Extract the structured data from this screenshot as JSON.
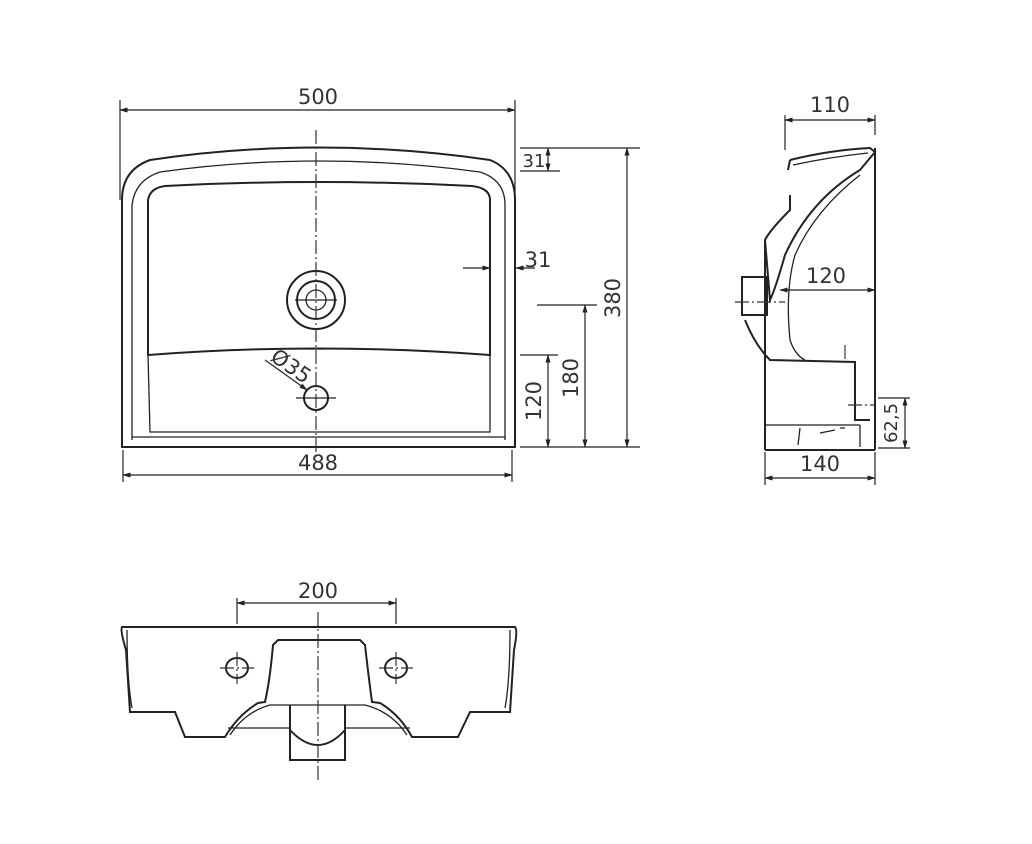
{
  "drawing": {
    "top_view": {
      "width_label": "500",
      "bottom_width_label": "488",
      "rim_top_label": "31",
      "rim_side_label": "31",
      "depth_label": "380",
      "drain_height_label": "180",
      "overflow_height_label": "120",
      "overflow_diameter_label": "Ø35"
    },
    "side_view": {
      "top_depth_label": "110",
      "mid_depth_label": "120",
      "bottom_depth_label": "140",
      "bracket_height_label": "62,5"
    },
    "front_view": {
      "tap_hole_spacing_label": "200"
    },
    "line_color": "#222222"
  }
}
